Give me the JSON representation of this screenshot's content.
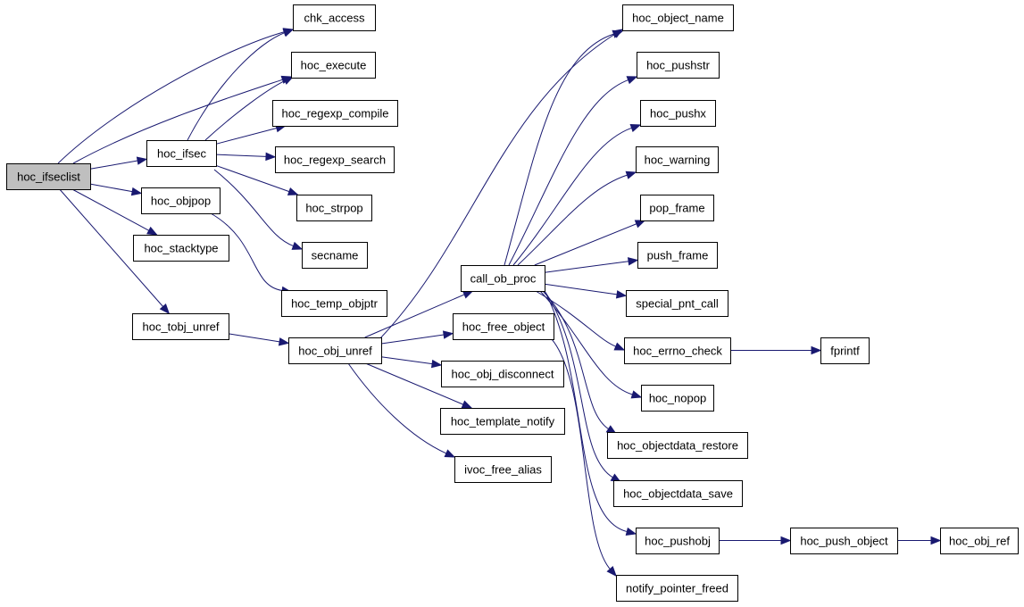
{
  "colors": {
    "edge": "#191970",
    "node_fill": "#ffffff",
    "root_fill": "#bfbfbf",
    "border": "#000000"
  },
  "nodes": [
    {
      "id": "hoc_ifseclist",
      "label": "hoc_ifseclist",
      "root": true
    },
    {
      "id": "chk_access",
      "label": "chk_access"
    },
    {
      "id": "hoc_execute",
      "label": "hoc_execute"
    },
    {
      "id": "hoc_ifsec",
      "label": "hoc_ifsec"
    },
    {
      "id": "hoc_objpop",
      "label": "hoc_objpop"
    },
    {
      "id": "hoc_stacktype",
      "label": "hoc_stacktype"
    },
    {
      "id": "hoc_tobj_unref",
      "label": "hoc_tobj_unref"
    },
    {
      "id": "hoc_regexp_compile",
      "label": "hoc_regexp_compile"
    },
    {
      "id": "hoc_regexp_search",
      "label": "hoc_regexp_search"
    },
    {
      "id": "hoc_strpop",
      "label": "hoc_strpop"
    },
    {
      "id": "secname",
      "label": "secname"
    },
    {
      "id": "hoc_temp_objptr",
      "label": "hoc_temp_objptr"
    },
    {
      "id": "hoc_obj_unref",
      "label": "hoc_obj_unref"
    },
    {
      "id": "call_ob_proc",
      "label": "call_ob_proc"
    },
    {
      "id": "hoc_free_object",
      "label": "hoc_free_object"
    },
    {
      "id": "hoc_obj_disconnect",
      "label": "hoc_obj_disconnect"
    },
    {
      "id": "hoc_template_notify",
      "label": "hoc_template_notify"
    },
    {
      "id": "ivoc_free_alias",
      "label": "ivoc_free_alias"
    },
    {
      "id": "hoc_object_name",
      "label": "hoc_object_name"
    },
    {
      "id": "hoc_pushstr",
      "label": "hoc_pushstr"
    },
    {
      "id": "hoc_pushx",
      "label": "hoc_pushx"
    },
    {
      "id": "hoc_warning",
      "label": "hoc_warning"
    },
    {
      "id": "pop_frame",
      "label": "pop_frame"
    },
    {
      "id": "push_frame",
      "label": "push_frame"
    },
    {
      "id": "special_pnt_call",
      "label": "special_pnt_call"
    },
    {
      "id": "hoc_errno_check",
      "label": "hoc_errno_check"
    },
    {
      "id": "hoc_nopop",
      "label": "hoc_nopop"
    },
    {
      "id": "hoc_objectdata_restore",
      "label": "hoc_objectdata_restore"
    },
    {
      "id": "hoc_objectdata_save",
      "label": "hoc_objectdata_save"
    },
    {
      "id": "hoc_pushobj",
      "label": "hoc_pushobj"
    },
    {
      "id": "notify_pointer_freed",
      "label": "notify_pointer_freed"
    },
    {
      "id": "fprintf",
      "label": "fprintf"
    },
    {
      "id": "hoc_push_object",
      "label": "hoc_push_object"
    },
    {
      "id": "hoc_obj_ref",
      "label": "hoc_obj_ref"
    }
  ],
  "edges": [
    {
      "from": "hoc_ifseclist",
      "to": "chk_access"
    },
    {
      "from": "hoc_ifseclist",
      "to": "hoc_execute"
    },
    {
      "from": "hoc_ifseclist",
      "to": "hoc_ifsec"
    },
    {
      "from": "hoc_ifseclist",
      "to": "hoc_objpop"
    },
    {
      "from": "hoc_ifseclist",
      "to": "hoc_stacktype"
    },
    {
      "from": "hoc_ifseclist",
      "to": "hoc_tobj_unref"
    },
    {
      "from": "hoc_ifsec",
      "to": "chk_access"
    },
    {
      "from": "hoc_ifsec",
      "to": "hoc_execute"
    },
    {
      "from": "hoc_ifsec",
      "to": "hoc_regexp_compile"
    },
    {
      "from": "hoc_ifsec",
      "to": "hoc_regexp_search"
    },
    {
      "from": "hoc_ifsec",
      "to": "hoc_strpop"
    },
    {
      "from": "hoc_ifsec",
      "to": "secname"
    },
    {
      "from": "hoc_objpop",
      "to": "hoc_temp_objptr"
    },
    {
      "from": "hoc_tobj_unref",
      "to": "hoc_obj_unref"
    },
    {
      "from": "hoc_obj_unref",
      "to": "call_ob_proc"
    },
    {
      "from": "hoc_obj_unref",
      "to": "hoc_free_object"
    },
    {
      "from": "hoc_obj_unref",
      "to": "hoc_obj_disconnect"
    },
    {
      "from": "hoc_obj_unref",
      "to": "hoc_template_notify"
    },
    {
      "from": "hoc_obj_unref",
      "to": "ivoc_free_alias"
    },
    {
      "from": "hoc_obj_unref",
      "to": "hoc_object_name"
    },
    {
      "from": "hoc_free_object",
      "to": "notify_pointer_freed"
    },
    {
      "from": "call_ob_proc",
      "to": "hoc_object_name"
    },
    {
      "from": "call_ob_proc",
      "to": "hoc_pushstr"
    },
    {
      "from": "call_ob_proc",
      "to": "hoc_pushx"
    },
    {
      "from": "call_ob_proc",
      "to": "hoc_warning"
    },
    {
      "from": "call_ob_proc",
      "to": "pop_frame"
    },
    {
      "from": "call_ob_proc",
      "to": "push_frame"
    },
    {
      "from": "call_ob_proc",
      "to": "special_pnt_call"
    },
    {
      "from": "call_ob_proc",
      "to": "hoc_errno_check"
    },
    {
      "from": "call_ob_proc",
      "to": "hoc_nopop"
    },
    {
      "from": "call_ob_proc",
      "to": "hoc_objectdata_restore"
    },
    {
      "from": "call_ob_proc",
      "to": "hoc_objectdata_save"
    },
    {
      "from": "call_ob_proc",
      "to": "hoc_pushobj"
    },
    {
      "from": "hoc_errno_check",
      "to": "fprintf"
    },
    {
      "from": "hoc_pushobj",
      "to": "hoc_push_object"
    },
    {
      "from": "hoc_push_object",
      "to": "hoc_obj_ref"
    }
  ]
}
